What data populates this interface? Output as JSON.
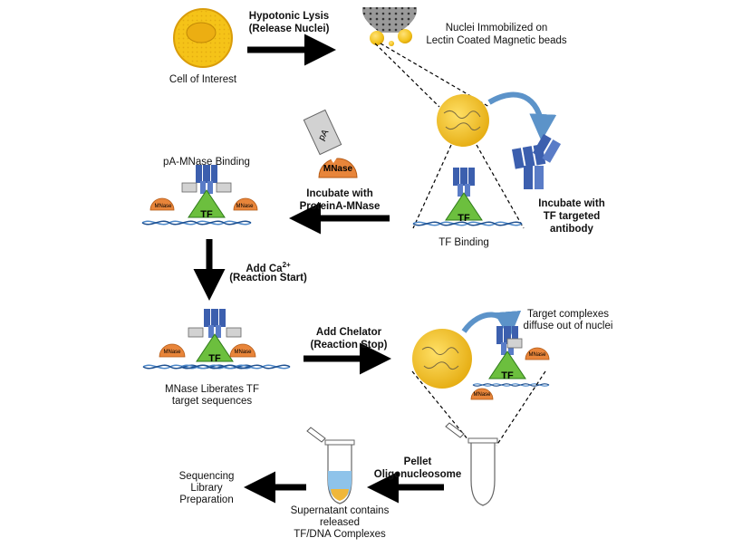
{
  "labels": {
    "hypotonic_lysis": "Hypotonic Lysis",
    "release_nuclei": "(Release Nuclei)",
    "cell_of_interest": "Cell of Interest",
    "nuclei_immobilized_1": "Nuclei Immobilized on",
    "nuclei_immobilized_2": "Lectin Coated Magnetic beads",
    "pa_mnase_binding": "pA-MNase Binding",
    "incubate_protein_a_1": "Incubate with",
    "incubate_protein_a_2": "ProteinA-MNase",
    "tf_binding": "TF Binding",
    "incubate_antibody_1": "Incubate with",
    "incubate_antibody_2": "TF targeted",
    "incubate_antibody_3": "antibody",
    "add_ca_prefix": "Add Ca",
    "add_ca_superscript": "2+",
    "reaction_start": "(Reaction Start)",
    "add_chelator": "Add Chelator",
    "reaction_stop": "(Reaction Stop)",
    "target_complexes_1": "Target complexes",
    "target_complexes_2": "diffuse out of nuclei",
    "mnase_liberates_1": "MNase Liberates TF",
    "mnase_liberates_2": "target sequences",
    "pellet": "Pellet",
    "oligonucleosome": "Oligonucleosome",
    "sequencing_1": "Sequencing",
    "sequencing_2": "Library",
    "sequencing_3": "Preparation",
    "supernatant_1": "Supernatant contains",
    "supernatant_2": "released",
    "supernatant_3": "TF/DNA Complexes"
  },
  "glyphs": {
    "tf": "TF",
    "mnase": "MNase",
    "pa": "pA"
  },
  "colors": {
    "bead_yellow": "#f2c21a",
    "cell_yellow": "#f5c318",
    "tf_green": "#6cbf3e",
    "mnase_orange": "#e8853a",
    "antibody_blue": "#3c5fae",
    "curved_arrow_blue": "#5c93c9",
    "dna_blue": "#4a86c8",
    "supernatant_blue": "#8ec3ea",
    "pellet_yellow": "#f0b73a",
    "arrow_black": "#000000"
  },
  "icons": [
    "cell-icon",
    "magnetic-beads-icon",
    "nucleus-bead-icon",
    "antibody-icon",
    "pa-mnase-icon",
    "tf-complex-icon",
    "microtube-icon",
    "dna-icon"
  ]
}
